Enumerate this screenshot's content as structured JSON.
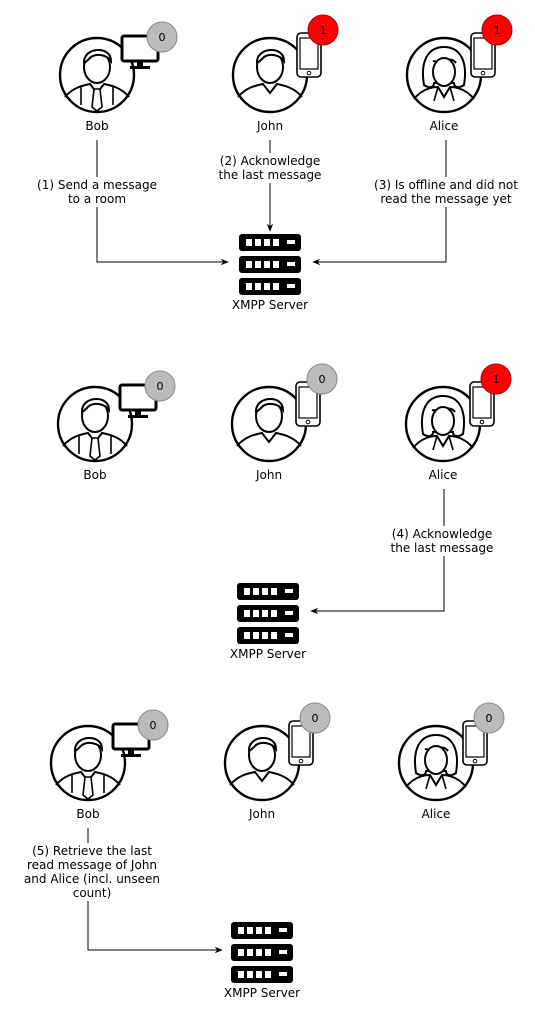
{
  "palette": {
    "line": "#000000",
    "badge_unread": "#ff0000",
    "badge_read": "#bbbbbb",
    "badge_text_unread": "#ffffff",
    "badge_text_read": "#ffffff"
  },
  "scenes": [
    {
      "users": [
        {
          "name": "Bob",
          "gender": "male-tie",
          "device": "desktop-icon",
          "count": "0",
          "status": "read"
        },
        {
          "name": "John",
          "gender": "male",
          "device": "phone-icon",
          "count": "1",
          "status": "unread"
        },
        {
          "name": "Alice",
          "gender": "female",
          "device": "phone-icon",
          "count": "1",
          "status": "unread"
        }
      ],
      "server_label": "XMPP Server",
      "edges": [
        {
          "from": "Bob",
          "text": [
            "(1) Send a message",
            "to a room"
          ]
        },
        {
          "from": "John",
          "text": [
            "(2) Acknowledge",
            "the last message"
          ]
        },
        {
          "from": "Alice",
          "text": [
            "(3) Is offline and did not",
            "read the message yet"
          ]
        }
      ]
    },
    {
      "users": [
        {
          "name": "Bob",
          "gender": "male-tie",
          "device": "desktop-icon",
          "count": "0",
          "status": "read"
        },
        {
          "name": "John",
          "gender": "male",
          "device": "phone-icon",
          "count": "0",
          "status": "read"
        },
        {
          "name": "Alice",
          "gender": "female",
          "device": "phone-icon",
          "count": "1",
          "status": "unread"
        }
      ],
      "server_label": "XMPP Server",
      "edges": [
        {
          "from": "Alice",
          "text": [
            "(4) Acknowledge",
            "the last message"
          ]
        }
      ]
    },
    {
      "users": [
        {
          "name": "Bob",
          "gender": "male-tie",
          "device": "desktop-icon",
          "count": "0",
          "status": "read"
        },
        {
          "name": "John",
          "gender": "male",
          "device": "phone-icon",
          "count": "0",
          "status": "read"
        },
        {
          "name": "Alice",
          "gender": "female",
          "device": "phone-icon",
          "count": "0",
          "status": "read"
        }
      ],
      "server_label": "XMPP Server",
      "edges": [
        {
          "from": "Bob",
          "text": [
            "(5) Retrieve the last",
            "read message of John",
            "and Alice (incl. unseen",
            "count)"
          ]
        }
      ]
    }
  ]
}
